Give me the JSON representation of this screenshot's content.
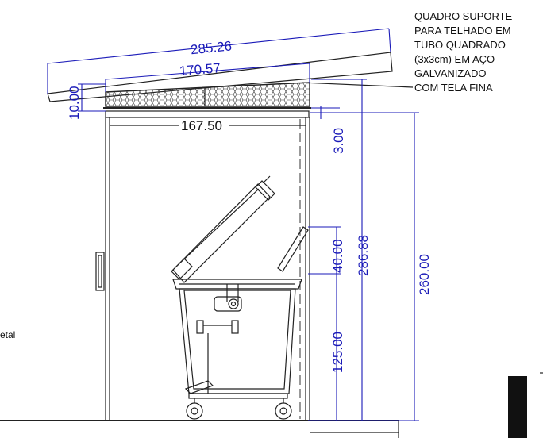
{
  "dimensions": {
    "roof_length": "285.26",
    "mesh_length": "170.57",
    "frame_width": "167.50",
    "frame_depth": "10.00",
    "gap": "3.00",
    "lid_height": "40.00",
    "bin_height": "125.00",
    "total_height": "286.88",
    "wall_height": "260.00"
  },
  "note": {
    "lines": [
      "QUADRO SUPORTE",
      "PARA TELHADO EM",
      "TUBO QUADRADO",
      "(3x3cm) EM AÇO",
      "GALVANIZADO",
      "COM TELA FINA"
    ]
  },
  "cut_label": "etal",
  "colors": {
    "dimension": "#1a1ab8",
    "line": "#222222"
  }
}
